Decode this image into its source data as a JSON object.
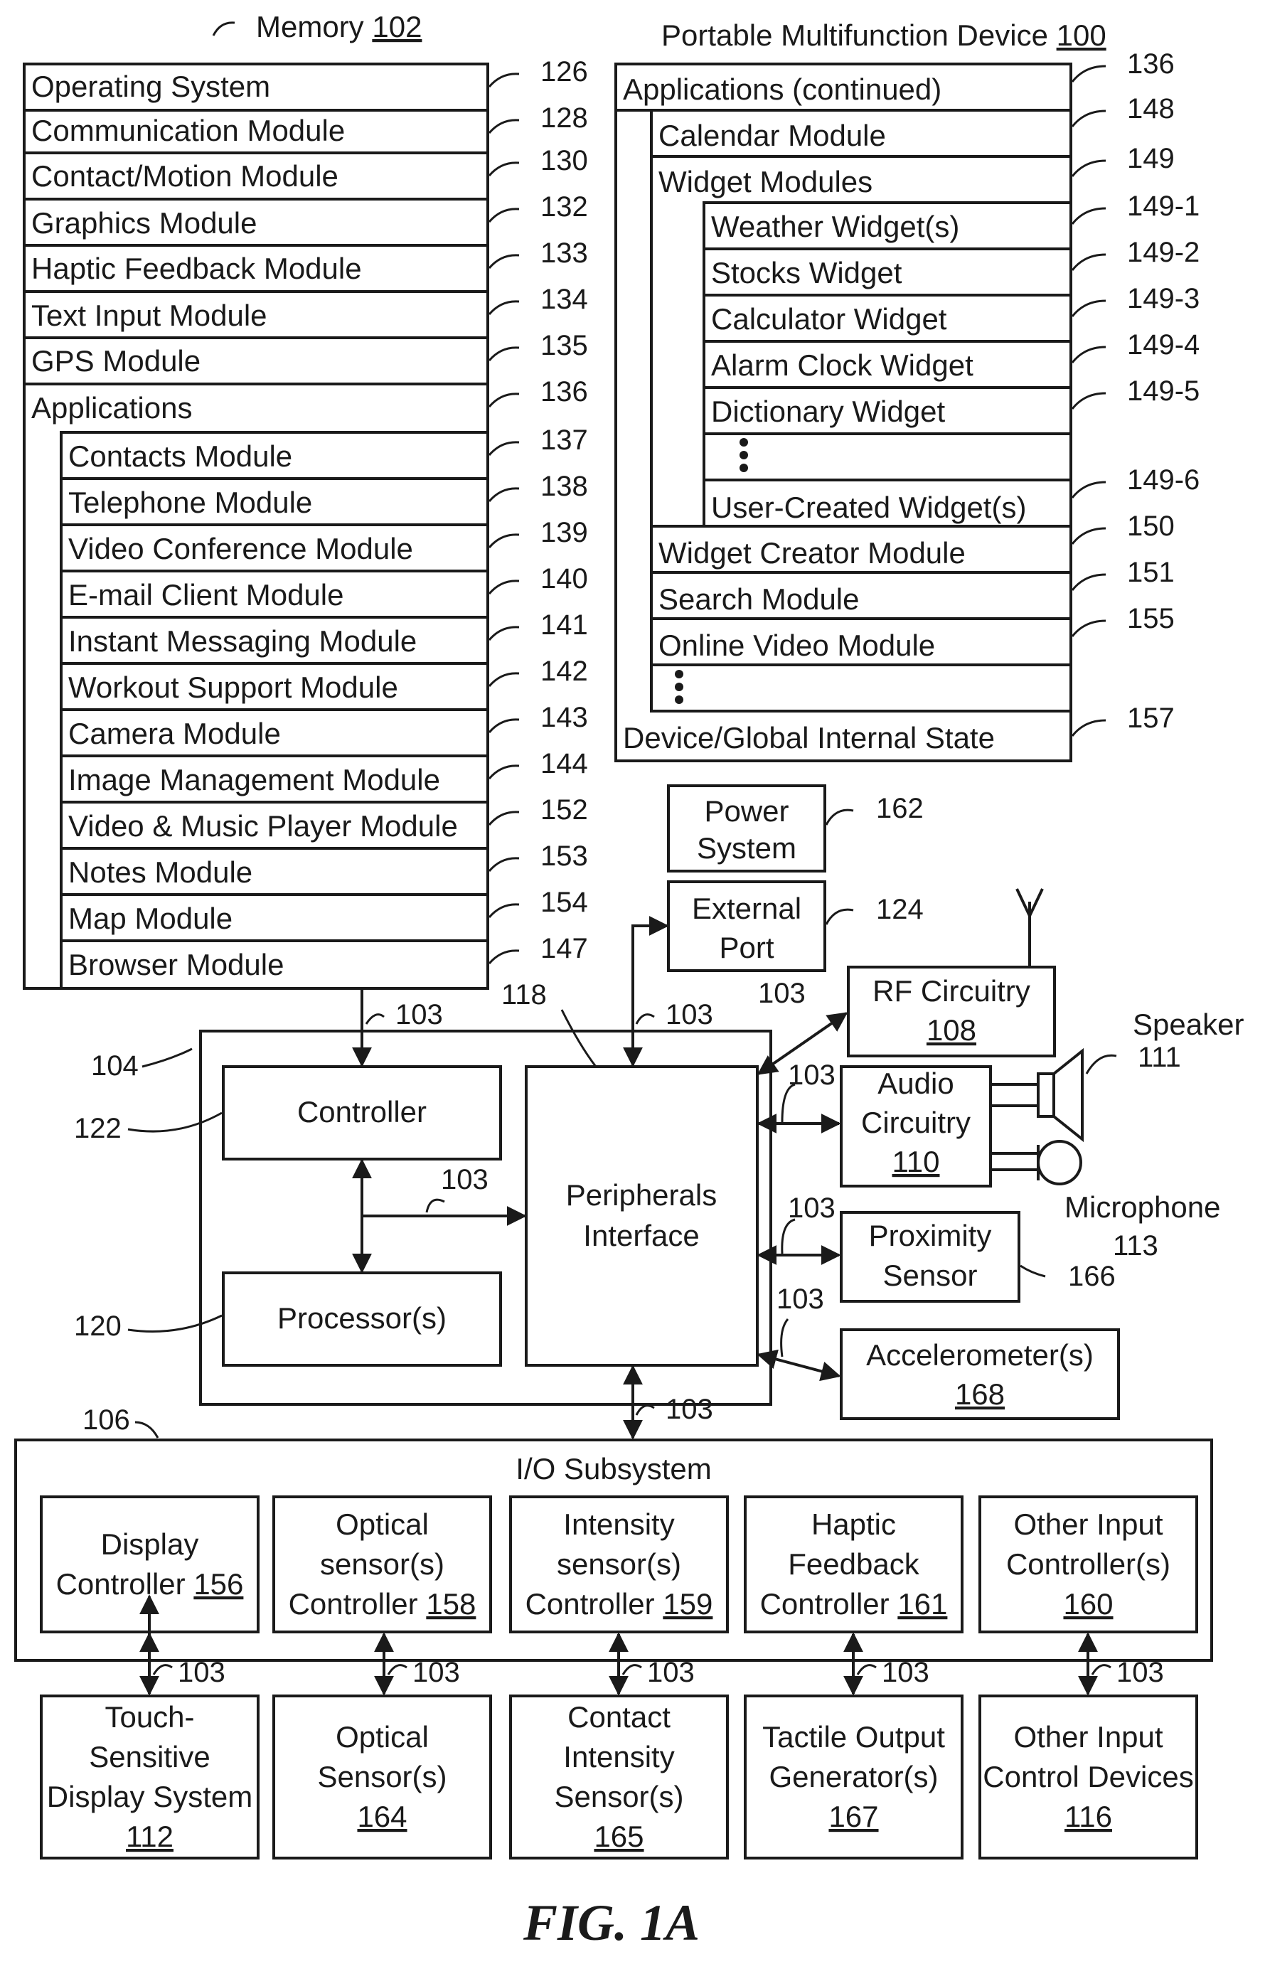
{
  "memory": {
    "title": "Memory",
    "title_ref": "102",
    "os": {
      "label": "Operating System",
      "ref": "126"
    },
    "comm": {
      "label": "Communication Module",
      "ref": "128"
    },
    "contact_motion": {
      "label": "Contact/Motion Module",
      "ref": "130"
    },
    "graphics": {
      "label": "Graphics Module",
      "ref": "132"
    },
    "haptic": {
      "label": "Haptic Feedback Module",
      "ref": "133"
    },
    "text_input": {
      "label": "Text Input Module",
      "ref": "134"
    },
    "gps": {
      "label": "GPS Module",
      "ref": "135"
    },
    "applications": {
      "label": "Applications",
      "ref": "136"
    },
    "apps": [
      {
        "label": "Contacts Module",
        "ref": "137"
      },
      {
        "label": "Telephone Module",
        "ref": "138"
      },
      {
        "label": "Video Conference Module",
        "ref": "139"
      },
      {
        "label": "E-mail Client Module",
        "ref": "140"
      },
      {
        "label": "Instant Messaging Module",
        "ref": "141"
      },
      {
        "label": "Workout Support Module",
        "ref": "142"
      },
      {
        "label": "Camera Module",
        "ref": "143"
      },
      {
        "label": "Image Management Module",
        "ref": "144"
      },
      {
        "label": "Video & Music Player Module",
        "ref": "152"
      },
      {
        "label": "Notes Module",
        "ref": "153"
      },
      {
        "label": "Map Module",
        "ref": "154"
      },
      {
        "label": "Browser Module",
        "ref": "147"
      }
    ]
  },
  "pmd": {
    "title": "Portable Multifunction Device",
    "title_ref": "100",
    "apps_cont": {
      "label": "Applications (continued)",
      "ref": "136"
    },
    "calendar": {
      "label": "Calendar Module",
      "ref": "148"
    },
    "widgets": {
      "label": "Widget Modules",
      "ref": "149"
    },
    "widget_list": [
      {
        "label": "Weather Widget(s)",
        "ref": "149-1"
      },
      {
        "label": "Stocks Widget",
        "ref": "149-2"
      },
      {
        "label": "Calculator Widget",
        "ref": "149-3"
      },
      {
        "label": "Alarm Clock Widget",
        "ref": "149-4"
      },
      {
        "label": "Dictionary Widget",
        "ref": "149-5"
      }
    ],
    "user_widget": {
      "label": "User-Created Widget(s)",
      "ref": "149-6"
    },
    "widget_creator": {
      "label": "Widget Creator Module",
      "ref": "150"
    },
    "search": {
      "label": "Search Module",
      "ref": "151"
    },
    "online_video": {
      "label": "Online Video Module",
      "ref": "155"
    },
    "device_state": {
      "label": "Device/Global Internal State",
      "ref": "157"
    }
  },
  "power": {
    "line1": "Power",
    "line2": "System",
    "ref": "162"
  },
  "ext_port": {
    "line1": "External",
    "line2": "Port",
    "ref": "124"
  },
  "rf": {
    "line1": "RF Circuitry",
    "num": "108"
  },
  "audio": {
    "line1": "Audio",
    "line2": "Circuitry",
    "num": "110"
  },
  "speaker": {
    "label": "Speaker",
    "ref": "111"
  },
  "microphone": {
    "label": "Microphone",
    "ref": "113"
  },
  "proximity": {
    "line1": "Proximity",
    "line2": "Sensor",
    "ref": "166"
  },
  "accel": {
    "line1": "Accelerometer(s)",
    "num": "168"
  },
  "chip": {
    "ref": "104",
    "bus_ref": "118"
  },
  "controller": {
    "label": "Controller",
    "ref": "122"
  },
  "processor": {
    "label": "Processor(s)",
    "ref": "120"
  },
  "peripherals": {
    "line1": "Peripherals",
    "line2": "Interface"
  },
  "bus": "103",
  "io": {
    "title": "I/O Subsystem",
    "ref": "106",
    "controllers": [
      {
        "lines": [
          "Display",
          "Controller"
        ],
        "num": "156",
        "num_inline": true
      },
      {
        "lines": [
          "Optical",
          "sensor(s)",
          "Controller"
        ],
        "num": "158",
        "num_inline": true
      },
      {
        "lines": [
          "Intensity",
          "sensor(s)",
          "Controller"
        ],
        "num": "159",
        "num_inline": true
      },
      {
        "lines": [
          "Haptic",
          "Feedback",
          "Controller"
        ],
        "num": "161",
        "num_inline": true
      },
      {
        "lines": [
          "Other Input",
          "Controller(s)"
        ],
        "num": "160",
        "num_inline": false
      }
    ],
    "devices": [
      {
        "lines": [
          "Touch-",
          "Sensitive",
          "Display System"
        ],
        "num": "112"
      },
      {
        "lines": [
          "Optical",
          "Sensor(s)"
        ],
        "num": "164"
      },
      {
        "lines": [
          "Contact",
          "Intensity",
          "Sensor(s)"
        ],
        "num": "165"
      },
      {
        "lines": [
          "Tactile Output",
          "Generator(s)"
        ],
        "num": "167"
      },
      {
        "lines": [
          "Other Input",
          "Control Devices"
        ],
        "num": "116"
      }
    ]
  },
  "figure_label": "FIG. 1A"
}
